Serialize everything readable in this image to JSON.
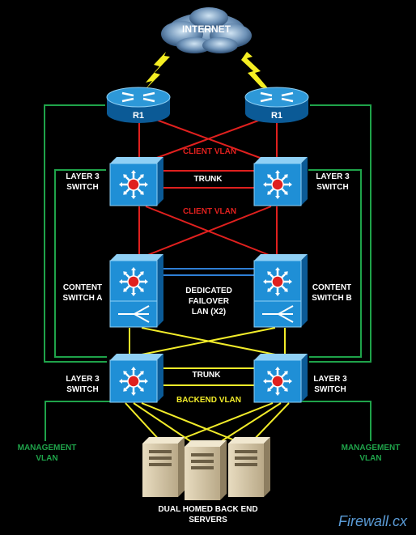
{
  "internet_label": "INTERNET",
  "router_left_label": "R1",
  "router_right_label": "R1",
  "client_vlan_top": "CLIENT VLAN",
  "trunk_top": "TRUNK",
  "client_vlan_mid": "CLIENT VLAN",
  "layer3_top_left": [
    "LAYER 3",
    "SWITCH"
  ],
  "layer3_top_right": [
    "LAYER 3",
    "SWITCH"
  ],
  "content_switch_a": [
    "CONTENT",
    "SWITCH A"
  ],
  "content_switch_b": [
    "CONTENT",
    "SWITCH B"
  ],
  "failover": [
    "DEDICATED",
    "FAILOVER",
    "LAN (X2)"
  ],
  "trunk_bottom": "TRUNK",
  "backend_vlan": "BACKEND VLAN",
  "layer3_bottom_left": [
    "LAYER 3",
    "SWITCH"
  ],
  "layer3_bottom_right": [
    "LAYER 3",
    "SWITCH"
  ],
  "management_left": [
    "MANAGEMENT",
    "VLAN"
  ],
  "management_right": [
    "MANAGEMENT",
    "VLAN"
  ],
  "servers_label": [
    "DUAL HOMED BACK END",
    "SERVERS"
  ],
  "logo": "Firewall.cx",
  "colors": {
    "client_link": "#e0201e",
    "trunk_link": "#e0201e",
    "failover_link": "#2f7fd6",
    "backend_link": "#f2ec2a",
    "management": "#1fa34a",
    "device_blue": "#1f8fd6"
  }
}
